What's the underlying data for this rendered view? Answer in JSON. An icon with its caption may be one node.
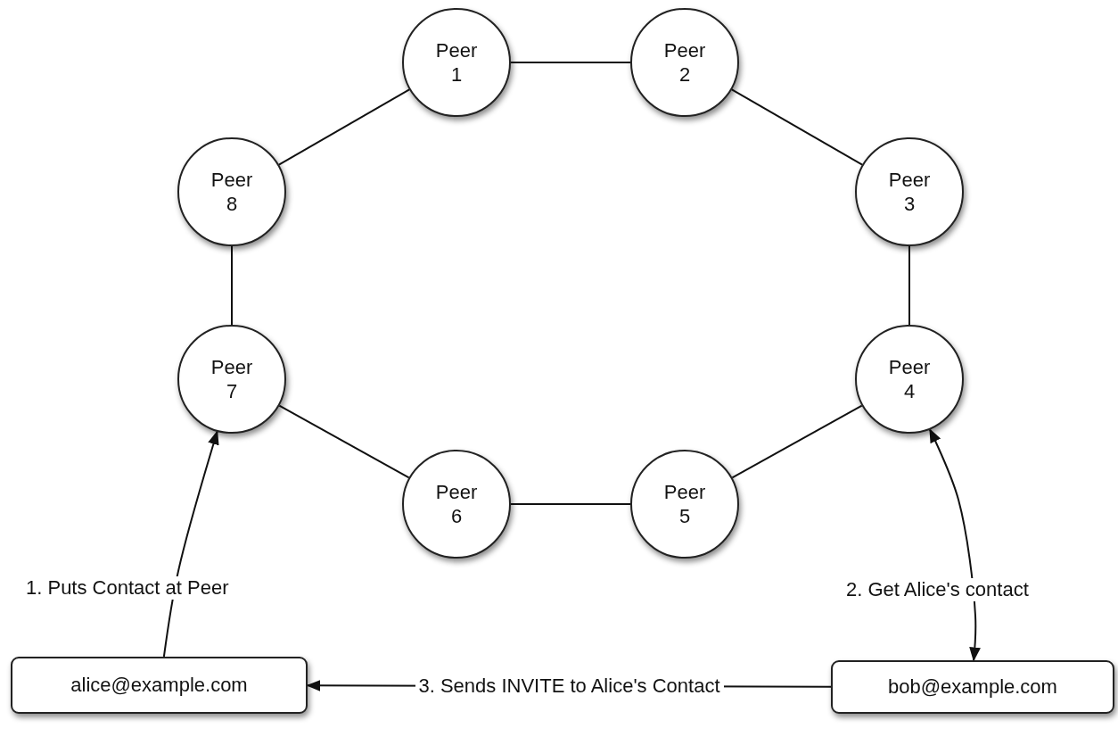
{
  "diagram": {
    "nodes": [
      {
        "text": [
          "Peer 1"
        ]
      },
      {
        "text": [
          "Peer 2"
        ]
      },
      {
        "text": [
          "Peer 3"
        ]
      },
      {
        "text": [
          "Peer 4"
        ]
      },
      {
        "text": [
          "Peer 5"
        ]
      },
      {
        "text": [
          "Peer 6"
        ]
      },
      {
        "text": [
          "Peer 7"
        ]
      },
      {
        "text": [
          "Peer 8"
        ]
      },
      {
        "text": [
          "alice@example.com"
        ]
      },
      {
        "text": [
          "bob@example.com"
        ]
      }
    ],
    "edges": [
      {
        "from": 0,
        "to": 1,
        "arrow": "none"
      },
      {
        "from": 1,
        "to": 2,
        "arrow": "none"
      },
      {
        "from": 2,
        "to": 3,
        "arrow": "none"
      },
      {
        "from": 3,
        "to": 4,
        "arrow": "none"
      },
      {
        "from": 4,
        "to": 5,
        "arrow": "none"
      },
      {
        "from": 5,
        "to": 6,
        "arrow": "none"
      },
      {
        "from": 6,
        "to": 7,
        "arrow": "none"
      },
      {
        "from": 7,
        "to": 0,
        "arrow": "none"
      },
      {
        "from": 8,
        "to": 6,
        "arrow": "to",
        "label": "1. Puts Contact at Peer"
      },
      {
        "from": 9,
        "to": 3,
        "arrow": "both",
        "label": "2. Get Alice's contact"
      },
      {
        "from": 9,
        "to": 8,
        "arrow": "to",
        "label": "3. Sends INVITE to Alice's Contact"
      }
    ]
  }
}
